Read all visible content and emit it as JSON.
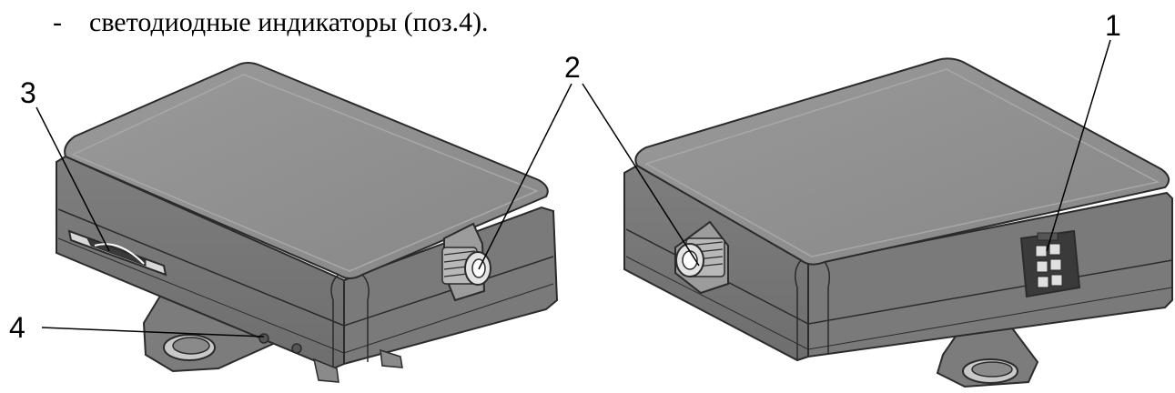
{
  "document": {
    "bullet_marker": "-",
    "bullet_text": "светодиодные индикаторы (поз.4)."
  },
  "callouts": {
    "label_1": "1",
    "label_2": "2",
    "label_3": "3",
    "label_4": "4"
  },
  "colors": {
    "device_top": "#8c8c8c",
    "device_side": "#7a7a7a",
    "device_edge": "#2b2b2b",
    "highlight": "#b5b5b5"
  }
}
